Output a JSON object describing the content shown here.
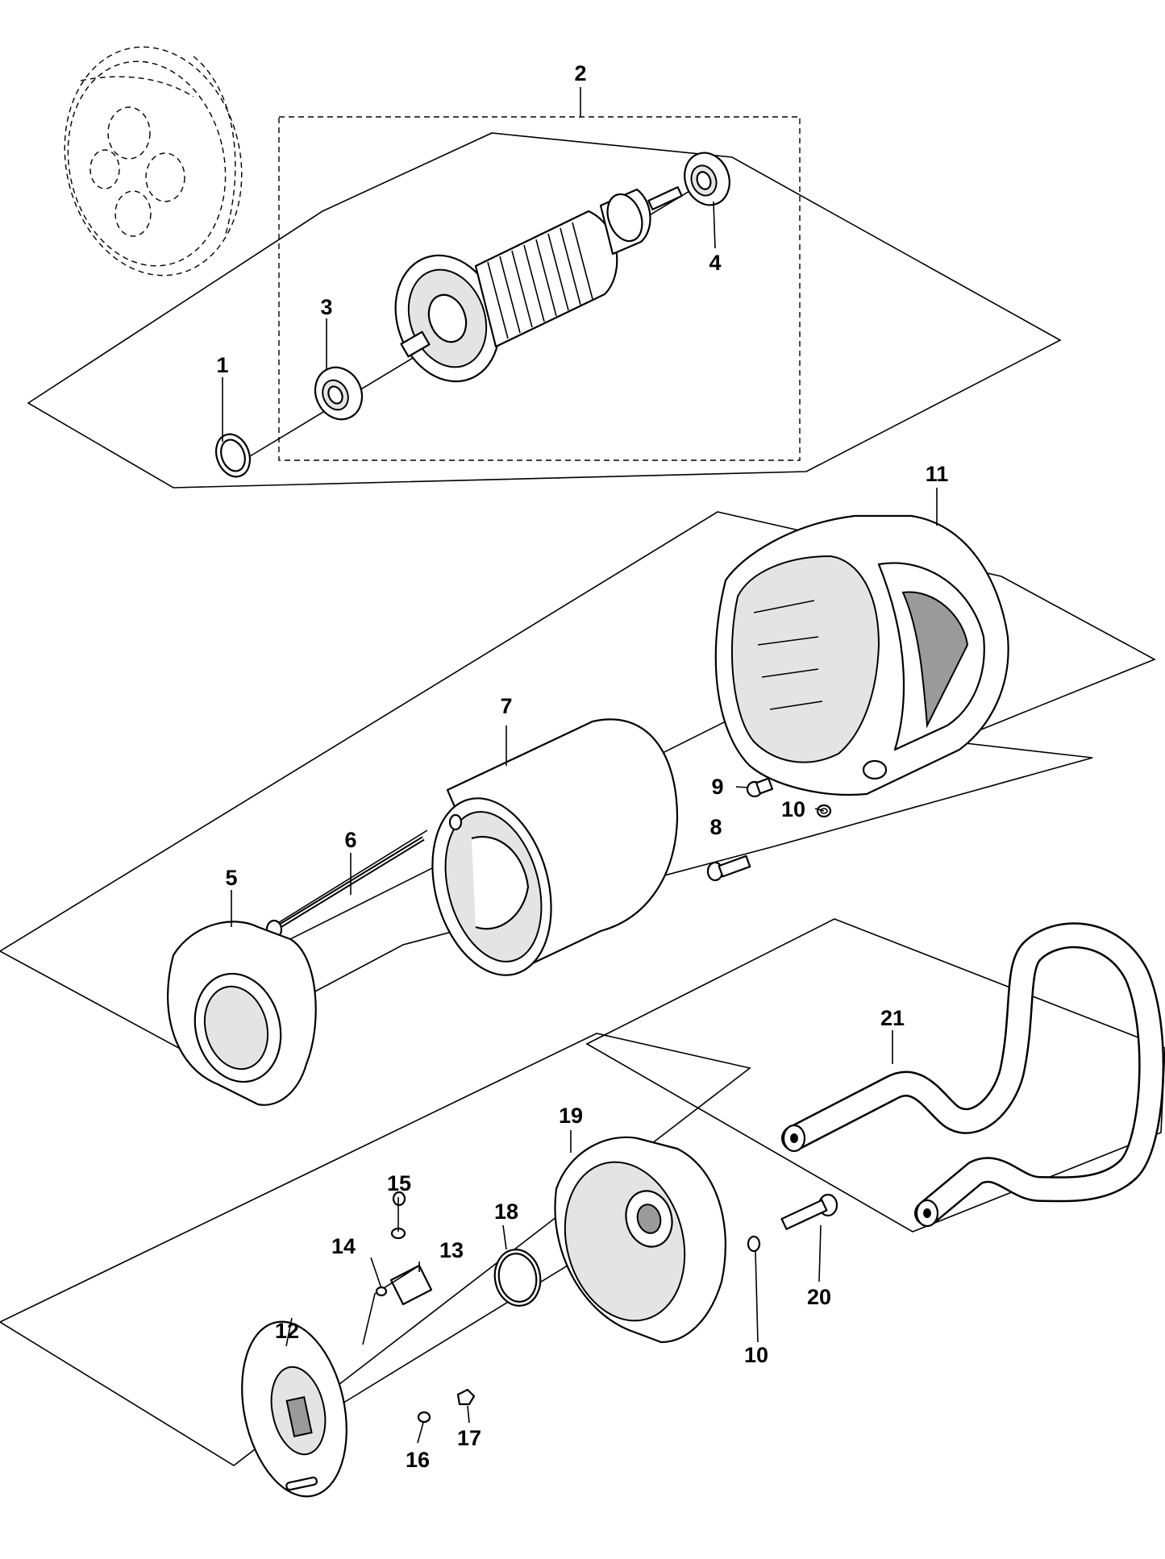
{
  "diagram": {
    "callouts": [
      "1",
      "2",
      "3",
      "4",
      "5",
      "6",
      "7",
      "8",
      "9",
      "10",
      "11",
      "12",
      "13",
      "14",
      "15",
      "16",
      "17",
      "18",
      "19",
      "10",
      "20",
      "21"
    ]
  }
}
